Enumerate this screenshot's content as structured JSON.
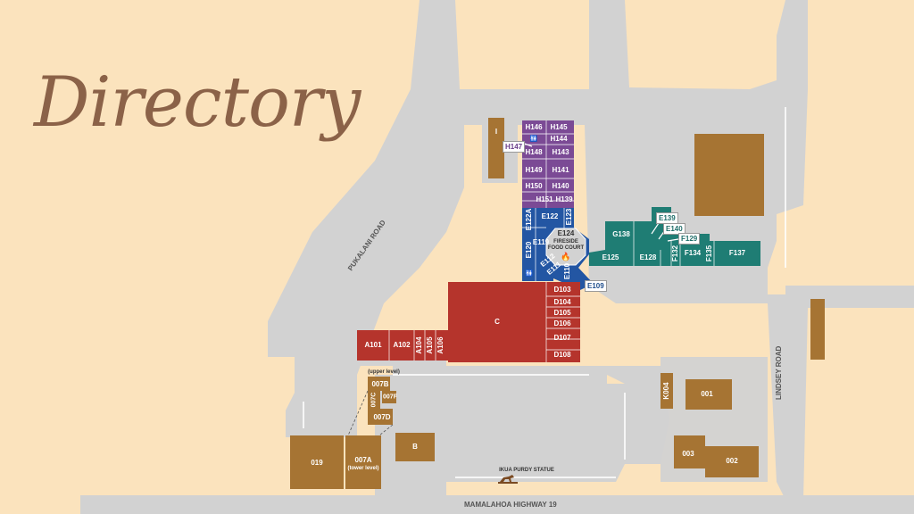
{
  "title": "Directory",
  "colors": {
    "background": "#fbe3bd",
    "road": "#d2d2d2",
    "title": "#8b6248",
    "zone_h": "#7b4a95",
    "zone_e": "#2356a3",
    "zone_fg": "#1f7d74",
    "zone_c": "#b5342c",
    "zone_other": "#a67433"
  },
  "roads": {
    "pukalani": "PUKALANI ROAD",
    "lindsey": "LINDSEY ROAD",
    "highway": "MAMALAHOA HIGHWAY 19"
  },
  "landmarks": {
    "food_court_code": "E124",
    "food_court_line1": "FIRESIDE",
    "food_court_line2": "FOOD COURT",
    "statue": "IKUA PURDY STATUE",
    "upper_level": "(upper level)",
    "tower_level": "(tower level)",
    "restroom_icon": "restroom-icon",
    "fire_icon": "fire-icon"
  },
  "units": {
    "I": "I",
    "H146": "H146",
    "H145": "H145",
    "H144": "H144",
    "H147": "H147",
    "H148": "H148",
    "H143": "H143",
    "H149": "H149",
    "H141": "H141",
    "H150": "H150",
    "H140": "H140",
    "H151": "H151",
    "H139": "H139",
    "E122A": "E122A",
    "E122": "E122",
    "E123": "E123",
    "E120": "E120",
    "E119": "E119",
    "E112": "E112",
    "E111": "E111",
    "E110": "E110",
    "E109": "E109",
    "E125": "E125",
    "E128": "E128",
    "G138": "G138",
    "E139": "E139",
    "E140": "E140",
    "F129": "F129",
    "F132": "F132",
    "F134": "F134",
    "F135": "F135",
    "F137": "F137",
    "C": "C",
    "D103": "D103",
    "D104": "D104",
    "D105": "D105",
    "D106": "D106",
    "D107": "D107",
    "D108": "D108",
    "A101": "A101",
    "A102": "A102",
    "A104": "A104",
    "A105": "A105",
    "A106": "A106",
    "007B": "007B",
    "007C": "007C",
    "007F": "007F",
    "007D": "007D",
    "007A": "007A",
    "019": "019",
    "B": "B",
    "K004": "K004",
    "001": "001",
    "003": "003",
    "002": "002"
  }
}
